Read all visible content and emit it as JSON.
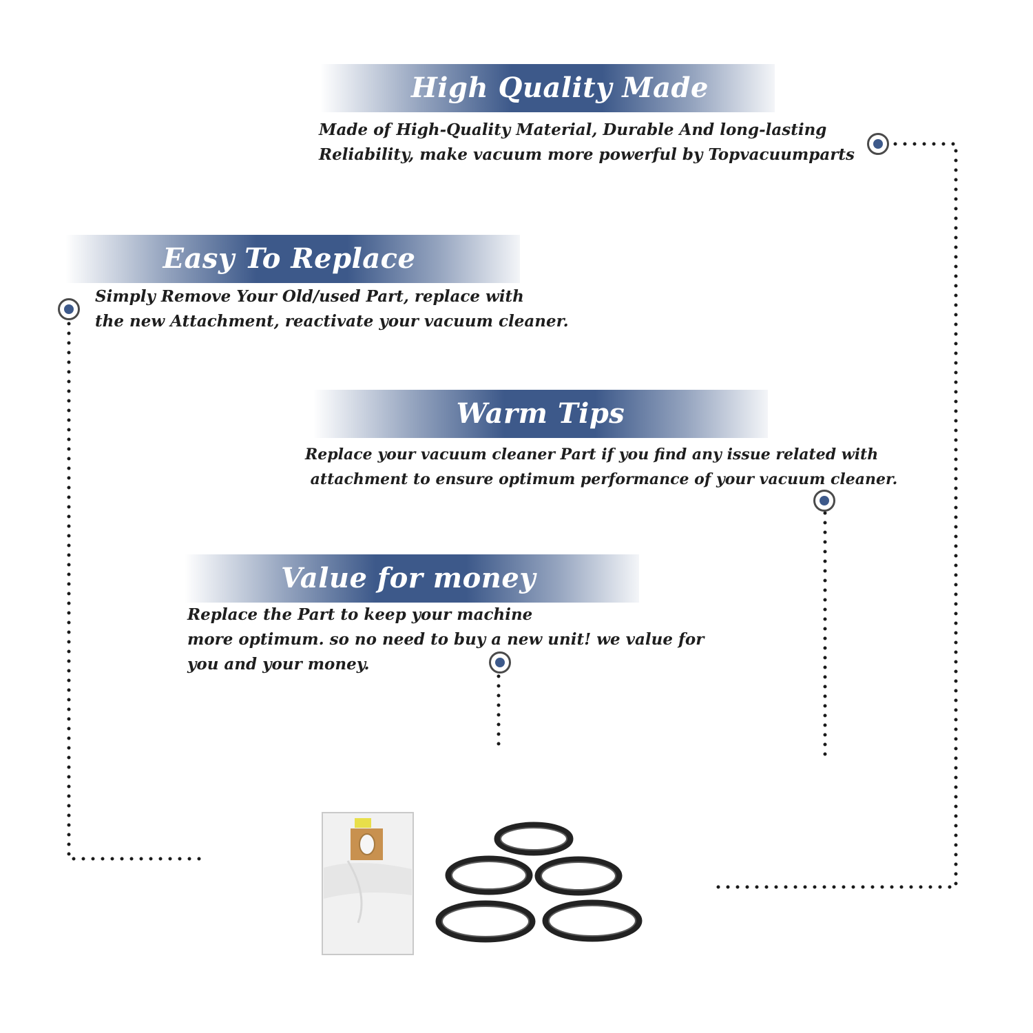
{
  "sections": [
    {
      "title": "High Quality Made",
      "lines": [
        "Made of  High-Quality Material, Durable And long-lasting",
        "Reliability, make vacuum more powerful by Topvacuumparts"
      ]
    },
    {
      "title": "Easy To Replace",
      "lines": [
        "Simply Remove Your Old/used Part, replace with",
        "the new Attachment, reactivate your vacuum cleaner."
      ]
    },
    {
      "title": "Warm Tips",
      "lines": [
        "Replace your vacuum cleaner Part if you find any issue related with",
        " attachment to ensure optimum performance of your vacuum cleaner."
      ]
    },
    {
      "title": "Value for money",
      "lines": [
        "Replace the Part to keep your machine",
        "more optimum. so no need to buy a new unit! we value for",
        "you and your money."
      ]
    }
  ],
  "colors": {
    "accent": "#3d598a",
    "text": "#1e1e1e",
    "dots": "#1a1a1a"
  },
  "icons": [
    "bullet-ring-icon",
    "vacuum-bag-icon",
    "drive-belt-icon"
  ]
}
